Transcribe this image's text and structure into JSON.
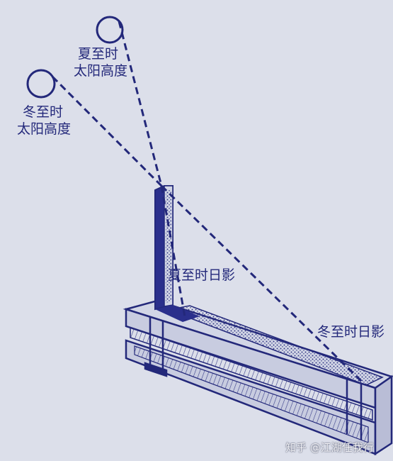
{
  "labels": {
    "summer_sun": [
      "夏至时",
      "太阳高度"
    ],
    "winter_sun": [
      "冬至时",
      "太阳高度"
    ],
    "summer_shadow": "夏至时日影",
    "winter_shadow": "冬至时日影"
  },
  "watermark": "知乎 @江湖任我行",
  "colors": {
    "paper": "#dcdfea",
    "ink": "#23287a",
    "shadow_fill": "#8a8fc0"
  }
}
